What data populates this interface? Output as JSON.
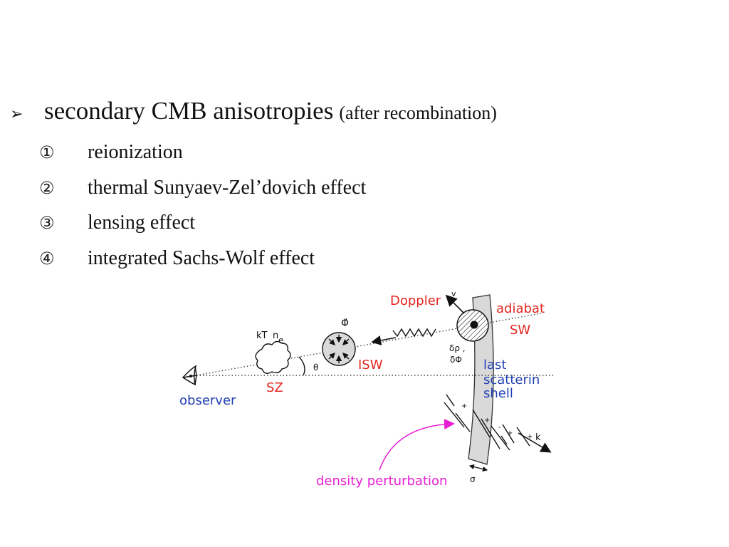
{
  "slide": {
    "bullet_glyph": "➢",
    "title": "secondary CMB anisotropies",
    "subtitle": "(after recombination)",
    "items": [
      {
        "num": "①",
        "label": "reionization"
      },
      {
        "num": "②",
        "label": "thermal Sunyaev-Zel’dovich effect"
      },
      {
        "num": "③",
        "label": "lensing effect"
      },
      {
        "num": "④",
        "label": "integrated Sachs-Wolf effect"
      }
    ]
  },
  "diagram": {
    "labels": {
      "doppler": "Doppler",
      "v": "v",
      "adiabat": "adiabat",
      "sw": "SW",
      "phi_dot": "Φ̇",
      "kT": "kT",
      "n": "n",
      "e_sub": "e",
      "theta": "θ",
      "isw": "ISW",
      "delta_rho": "δρ ,",
      "delta_phi": "δΦ",
      "last": "last",
      "scattering": "scatterin",
      "shell": "shell",
      "sz": "SZ",
      "observer": "observer",
      "k": "k",
      "density": "density perturbation",
      "sigma": "σ"
    },
    "colors": {
      "red": "#e3261f",
      "blue": "#1f3fb4",
      "magenta": "#e81fd3",
      "shell_fill": "#d9d9d9",
      "ink": "#111111"
    }
  }
}
